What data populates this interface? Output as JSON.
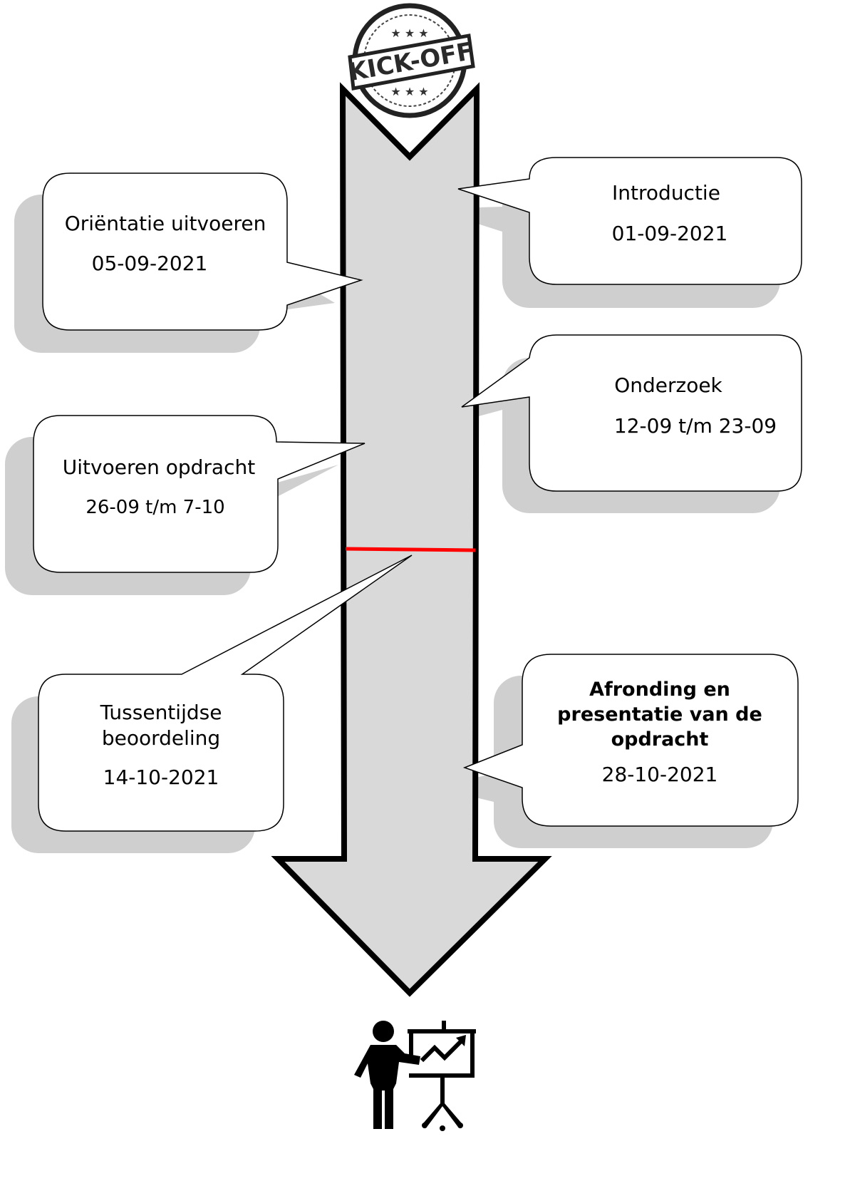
{
  "stamp": {
    "text": "KICK-OFF"
  },
  "milestones": [
    {
      "id": "introductie",
      "title": "Introductie",
      "date": "01-09-2021"
    },
    {
      "id": "orientatie",
      "title": "Oriëntatie uitvoeren",
      "date": "05-09-2021"
    },
    {
      "id": "onderzoek",
      "title": "Onderzoek",
      "date": "12-09 t/m 23-09"
    },
    {
      "id": "uitvoeren",
      "title": "Uitvoeren opdracht",
      "date": "26-09 t/m 7-10"
    },
    {
      "id": "tussentijds",
      "title_lines": [
        "Tussentijdse",
        "beoordeling"
      ],
      "date": "14-10-2021"
    },
    {
      "id": "afronding",
      "title": "Afronding en presentatie van de opdracht",
      "date": "28-10-2021"
    }
  ],
  "colors": {
    "arrow_fill": "#d9d9d9",
    "arrow_stroke": "#000000",
    "marker": "#ff0000",
    "shadow": "#cfcfcf",
    "bubble_fill": "#ffffff"
  },
  "icons": {
    "stamp": "kick-off-stamp-icon",
    "presenter": "presenter-chart-icon"
  }
}
